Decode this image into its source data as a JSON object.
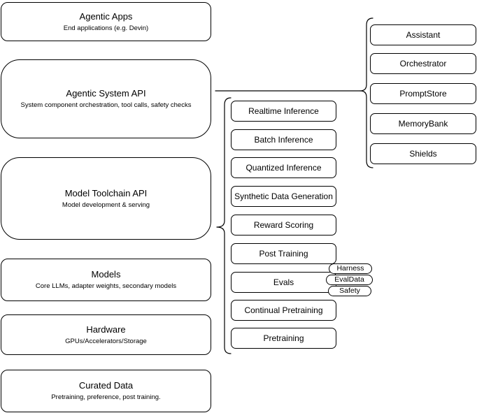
{
  "diagram": {
    "left_stack": [
      {
        "title": "Agentic Apps",
        "subtitle": "End applications (e.g. Devin)"
      },
      {
        "title": "Agentic System API",
        "subtitle": "System component orchestration, tool calls, safety checks"
      },
      {
        "title": "Model Toolchain API",
        "subtitle": "Model development & serving"
      },
      {
        "title": "Models",
        "subtitle": "Core LLMs, adapter weights, secondary models"
      },
      {
        "title": "Hardware",
        "subtitle": "GPUs/Accelerators/Storage"
      },
      {
        "title": "Curated Data",
        "subtitle": "Pretraining, preference, post training."
      }
    ],
    "middle_stack": [
      "Realtime Inference",
      "Batch Inference",
      "Quantized Inference",
      "Synthetic Data Generation",
      "Reward Scoring",
      "Post Training",
      "Evals",
      "Continual Pretraining",
      "Pretraining"
    ],
    "eval_pills": [
      "Harness",
      "EvalData",
      "Safety"
    ],
    "right_stack": [
      "Assistant",
      "Orchestrator",
      "PromptStore",
      "MemoryBank",
      "Shields"
    ],
    "colors": {
      "stroke": "#000000",
      "fill": "#ffffff",
      "text": "#000000"
    }
  }
}
